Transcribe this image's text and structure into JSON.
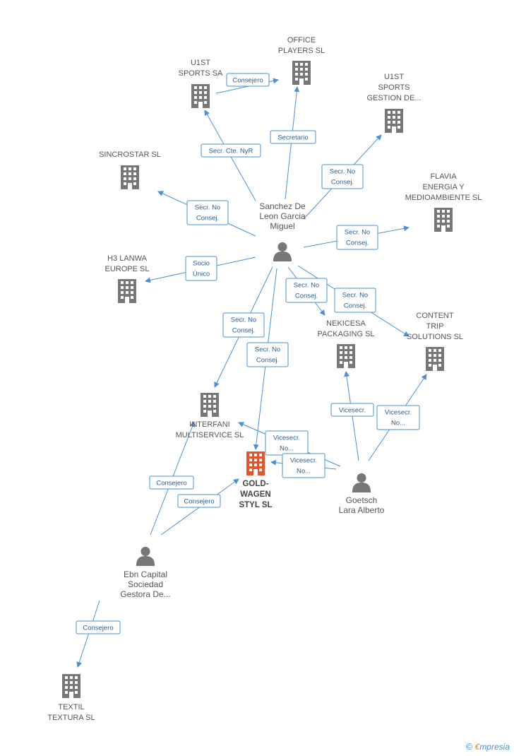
{
  "colors": {
    "building": "#777777",
    "focus_building": "#e8542a",
    "person": "#777777",
    "edge": "#4a90d9"
  },
  "companies": [
    {
      "id": "office",
      "label": [
        "OFFICE",
        "PLAYERS SL"
      ]
    },
    {
      "id": "u1st_sa",
      "label": [
        "U1ST",
        "SPORTS SA"
      ]
    },
    {
      "id": "u1st_gestion",
      "label": [
        "U1ST",
        "SPORTS",
        "GESTION DE..."
      ]
    },
    {
      "id": "sincrostar",
      "label": [
        "SINCROSTAR SL"
      ]
    },
    {
      "id": "flavia",
      "label": [
        "FLAVIA",
        "ENERGIA Y",
        "MEDIOAMBIENTE SL"
      ]
    },
    {
      "id": "h3",
      "label": [
        "H3 LANWA",
        "EUROPE SL"
      ]
    },
    {
      "id": "nekicesa",
      "label": [
        "NEKICESA",
        "PACKAGING SL"
      ]
    },
    {
      "id": "content",
      "label": [
        "CONTENT",
        "TRIP",
        "SOLUTIONS SL"
      ]
    },
    {
      "id": "interfani",
      "label": [
        "INTERFANI",
        "MULTISERVICE SL"
      ]
    },
    {
      "id": "goldwagen",
      "label": [
        "GOLD-",
        "WAGEN",
        "STYL SL"
      ],
      "focus": true
    },
    {
      "id": "textil",
      "label": [
        "TEXTIL",
        "TEXTURA SL"
      ]
    }
  ],
  "people": [
    {
      "id": "sanchez",
      "label": [
        "Sanchez De",
        "Leon Garcia",
        "Miguel"
      ]
    },
    {
      "id": "goetsch",
      "label": [
        "Goetsch",
        "Lara Alberto"
      ]
    },
    {
      "id": "ebn",
      "label": [
        "Ebn Capital",
        "Sociedad",
        "Gestora De..."
      ]
    }
  ],
  "edges": [
    {
      "id": "e1",
      "label": [
        "Consejero"
      ]
    },
    {
      "id": "e2",
      "label": [
        "Secretario"
      ]
    },
    {
      "id": "e3",
      "label": [
        "Secr.  Cte. NyR"
      ]
    },
    {
      "id": "e4",
      "label": [
        "Secr.  No",
        "Consej."
      ]
    },
    {
      "id": "e5",
      "label": [
        "Secr.  No",
        "Consej."
      ]
    },
    {
      "id": "e6",
      "label": [
        "Secr.  No",
        "Consej."
      ]
    },
    {
      "id": "e7",
      "label": [
        "Socio",
        "Único"
      ]
    },
    {
      "id": "e8",
      "label": [
        "Secr.  No",
        "Consej."
      ]
    },
    {
      "id": "e9",
      "label": [
        "Secr.  No",
        "Consej."
      ]
    },
    {
      "id": "e10",
      "label": [
        "Secr.  No",
        "Consej."
      ]
    },
    {
      "id": "e11",
      "label": [
        "Secr.  No",
        "Consej."
      ]
    },
    {
      "id": "e12",
      "label": [
        "Vicesecr."
      ]
    },
    {
      "id": "e13",
      "label": [
        "Vicesecr.",
        "No..."
      ]
    },
    {
      "id": "e14",
      "label": [
        "Vicesecr.",
        "No..."
      ]
    },
    {
      "id": "e15",
      "label": [
        "Vicesecr.",
        "No..."
      ]
    },
    {
      "id": "e16",
      "label": [
        "Consejero"
      ]
    },
    {
      "id": "e17",
      "label": [
        "Consejero"
      ]
    },
    {
      "id": "e18",
      "label": [
        "Consejero"
      ]
    }
  ],
  "footer": {
    "copyright": "©",
    "brand_e": "€",
    "brand_rest": "mpresia"
  }
}
